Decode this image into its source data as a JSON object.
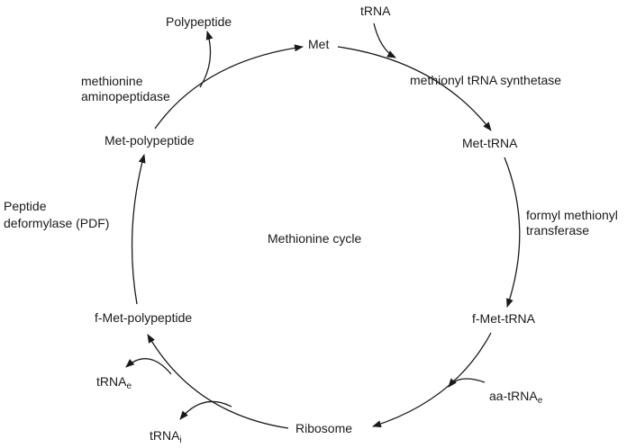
{
  "center": "Methionine cycle",
  "nodes": {
    "met": "Met",
    "met_trna": "Met-tRNA",
    "f_met_trna": "f-Met-tRNA",
    "ribosome": "Ribosome",
    "f_met_polypeptide": "f-Met-polypeptide",
    "met_polypeptide": "Met-polypeptide"
  },
  "enzymes": {
    "synthetase": "methionyl tRNA synthetase",
    "transferase_line1": "formyl methionyl",
    "transferase_line2": "transferase",
    "pdf_line1": "Peptide",
    "pdf_line2": "deformylase (PDF)",
    "map_line1": "methionine",
    "map_line2": "aminopeptidase"
  },
  "side": {
    "trna": "tRNA",
    "polypeptide": "Polypeptide",
    "aa_trna": "aa-tRNA",
    "aa_trna_sub": "e",
    "trna_e": "tRNA",
    "trna_e_sub": "e",
    "trna_i": "tRNA",
    "trna_i_sub": "i"
  },
  "colors": {
    "ink": "#1a1a1a"
  }
}
